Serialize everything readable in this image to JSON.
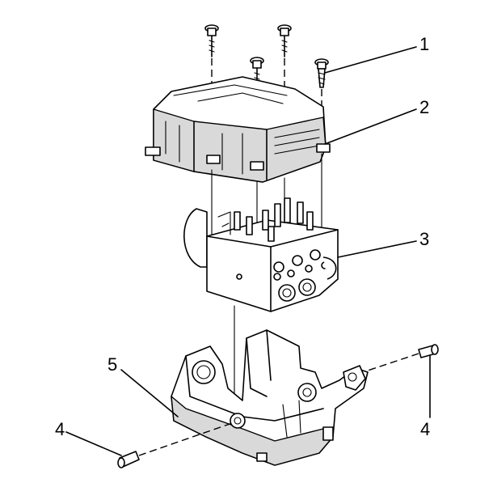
{
  "callouts": {
    "c1": "1",
    "c2": "2",
    "c3": "3",
    "c4_left": "4",
    "c4_right": "4",
    "c5": "5"
  }
}
